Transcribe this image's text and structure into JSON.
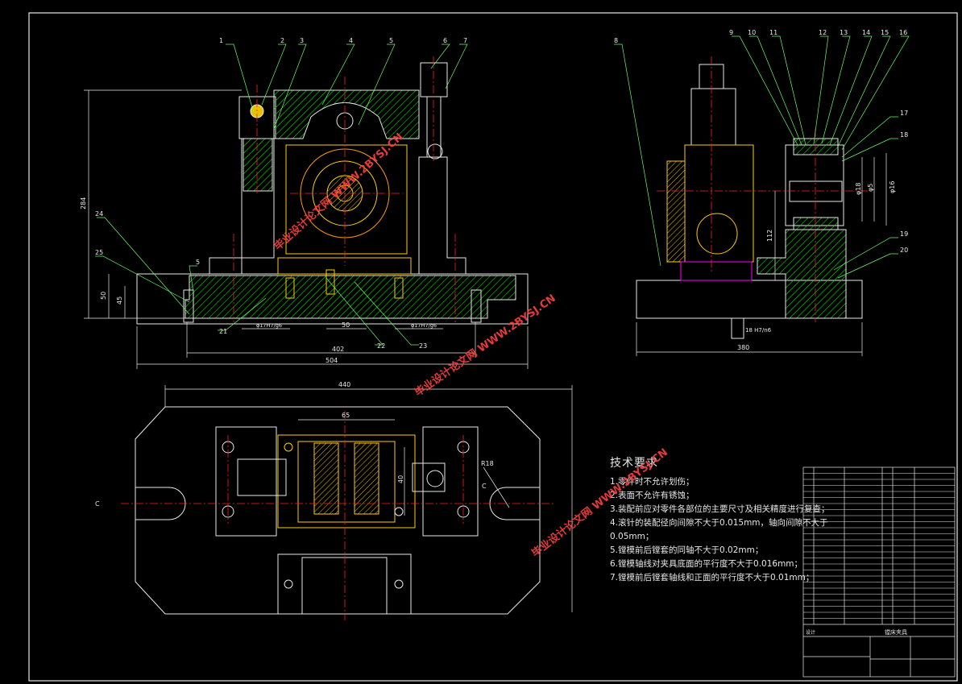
{
  "drawing": {
    "part_labels_front": [
      "1",
      "2",
      "3",
      "4",
      "5",
      "6",
      "7"
    ],
    "part_labels_side": [
      "8",
      "9",
      "10",
      "11",
      "12",
      "13",
      "14",
      "15",
      "16",
      "17",
      "18",
      "19",
      "20"
    ],
    "part_labels_left": [
      "24",
      "25",
      "5"
    ],
    "part_labels_bottom": [
      "21",
      "22",
      "23"
    ],
    "dimensions_front": {
      "overall_height": "284",
      "base_50": "50",
      "base_45": "45",
      "fit_left": "φ17H7/g6",
      "fit_right": "φ17H7/g6",
      "span_50": "50",
      "span_402": "402",
      "span_504": "504"
    },
    "dimensions_side": {
      "height_112": "112",
      "fit_18": "18 H7/n6",
      "width_380": "380",
      "dia_a": "φ18",
      "dia_b": "φ5",
      "dia_c": "φ16"
    },
    "dimensions_top": {
      "width_440": "440",
      "width_65": "65",
      "dim_40": "40",
      "radius": "R18",
      "section_left": "C",
      "section_right": "C"
    },
    "colors": {
      "outline": "#e8e8e8",
      "hatch": "#00ff00",
      "centerline": "#ff2020",
      "part_yellow": "#ffcc00",
      "part_orange": "#ff9900",
      "dimension": "#e8e8e8",
      "leader": "#66ff66",
      "magenta": "#ff00ff"
    }
  },
  "tech_requirements": {
    "title": "技术要求",
    "items": [
      "1.零件时不允许划伤；",
      "2.表面不允许有锈蚀；",
      "3.装配前应对零件各部位的主要尺寸及相关精度进行复查；",
      "4.滚针的装配径向间隙不大于0.015mm，轴向间隙不大于",
      "0.05mm；",
      "5.镗模前后镗套的同轴不大于0.02mm；",
      "6.镗模轴线对夹具底面的平行度不大于0.016mm；",
      "7.镗模前后镗套轴线和正面的平行度不大于0.01mm；"
    ]
  },
  "title_block": {
    "designer": "设计",
    "name": "镗床夹具",
    "rows": 26
  },
  "watermarks": [
    {
      "text": "毕业设计论文网 WWW.2BYSJ.CN"
    },
    {
      "text": "毕业设计论文网 WWW.2BYSJ.CN"
    },
    {
      "text": "毕业设计论文网 WWW.2BYSJ.CN"
    }
  ]
}
